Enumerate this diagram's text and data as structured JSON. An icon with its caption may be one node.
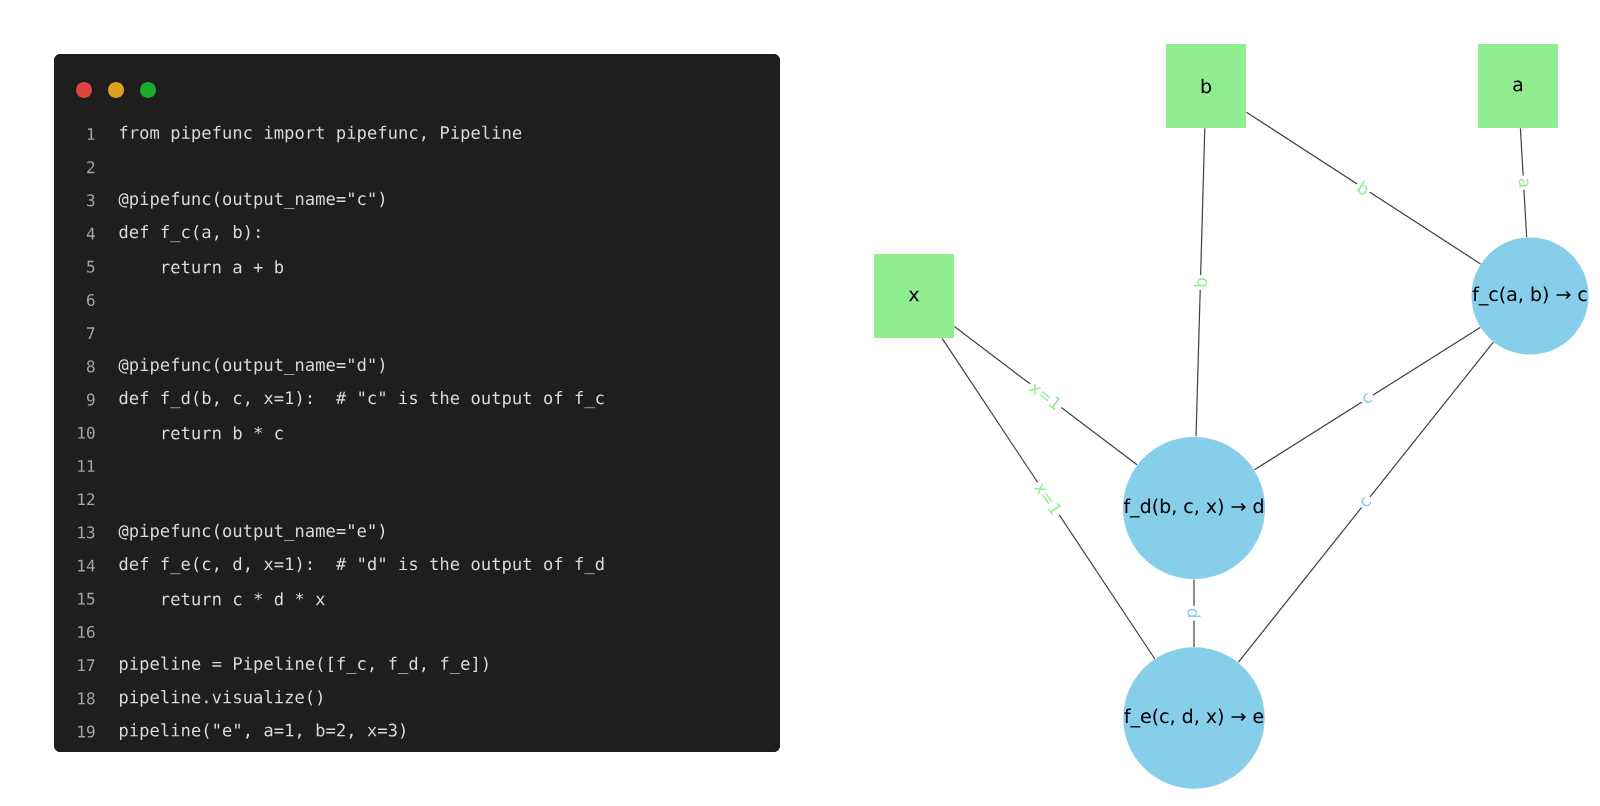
{
  "diagram": {
    "nodes": [
      {
        "text": [
          "b"
        ]
      },
      {
        "text": [
          "a"
        ]
      },
      {
        "text": [
          "x"
        ]
      },
      {
        "text": [
          "f_c(a, b) → c"
        ]
      },
      {
        "text": [
          "f_d(b, c, x) → d"
        ]
      },
      {
        "text": [
          "f_e(c, d, x) → e"
        ]
      }
    ],
    "edges": [
      {
        "from": 0,
        "to": 3,
        "arrow": "none",
        "label": "b"
      },
      {
        "from": 1,
        "to": 3,
        "arrow": "none",
        "label": "a"
      },
      {
        "from": 0,
        "to": 4,
        "arrow": "none",
        "label": "b"
      },
      {
        "from": 2,
        "to": 4,
        "arrow": "none",
        "label": "x=1"
      },
      {
        "from": 3,
        "to": 4,
        "arrow": "none",
        "label": "c"
      },
      {
        "from": 3,
        "to": 5,
        "arrow": "none",
        "label": "c"
      },
      {
        "from": 2,
        "to": 5,
        "arrow": "none",
        "label": "x=1"
      },
      {
        "from": 4,
        "to": 5,
        "arrow": "none",
        "label": "d"
      }
    ],
    "labels": [
      "1",
      "from pipefunc import pipefunc, Pipeline",
      "2",
      "3",
      "@pipefunc(output_name=\"c\")",
      "4",
      "def f_c(a, b):",
      "5",
      "    return a + b",
      "6",
      "7",
      "8",
      "@pipefunc(output_name=\"d\")",
      "9",
      "def f_d(b, c, x=1):  # \"c\" is the output of f_c",
      "10",
      "    return b * c",
      "11",
      "12",
      "13",
      "@pipefunc(output_name=\"e\")",
      "14",
      "def f_e(c, d, x=1):  # \"d\" is the output of f_d",
      "15",
      "    return c * d * x",
      "16",
      "17",
      "pipeline = Pipeline([f_c, f_d, f_e])",
      "18",
      "pipeline.visualize()",
      "19",
      "pipeline(\"e\", a=1, b=2, x=3)"
    ]
  }
}
